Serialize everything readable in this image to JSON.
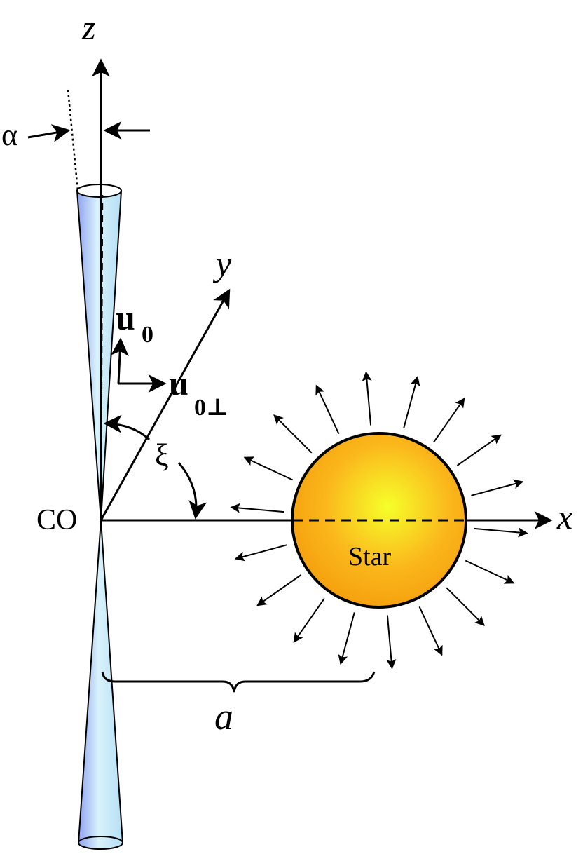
{
  "labels": {
    "z_axis": "z",
    "y_axis": "y",
    "x_axis": "x",
    "alpha": "α",
    "xi": "ξ",
    "origin": "CO",
    "u0_main": "u",
    "u0_sub": "0",
    "u0perp_main": "u",
    "u0perp_sub": "0⊥",
    "star": "Star",
    "distance": "a"
  },
  "colors": {
    "jet_light": "#d8f2fb",
    "jet_mid": "#b5e0f5",
    "jet_dark": "#8fa2f0",
    "star_center": "#f6ff2a",
    "star_mid": "#fbb71c",
    "star_edge": "#f39b0a",
    "ink": "#000000"
  },
  "icons": [
    "wind-arrow-icon"
  ]
}
